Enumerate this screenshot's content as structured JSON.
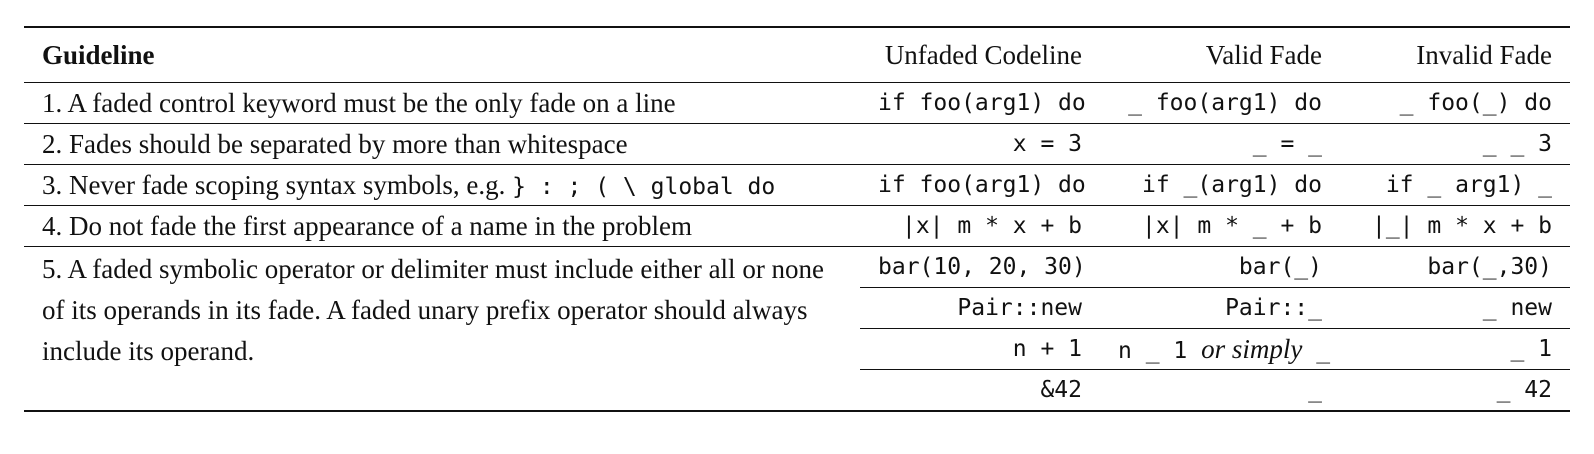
{
  "headers": {
    "guideline": "Guideline",
    "unfaded": "Unfaded Codeline",
    "valid": "Valid Fade",
    "invalid": "Invalid Fade"
  },
  "rows": [
    {
      "guideline": "1. A faded control keyword must be the only fade on a line",
      "unfaded": "if foo(arg1) do",
      "valid": "_ foo(arg1) do",
      "invalid": "_ foo(_) do"
    },
    {
      "guideline": "2. Fades should be separated by more than whitespace",
      "unfaded": "x = 3",
      "valid": "_ = _",
      "invalid": "_ _ 3"
    },
    {
      "guideline_prefix": "3. Never fade scoping syntax symbols, e.g.",
      "guideline_code": "} : ; ( \\ global do",
      "unfaded": "if foo(arg1) do",
      "valid": "if _(arg1) do",
      "invalid": "if _ arg1) _"
    },
    {
      "guideline": "4. Do not fade the first appearance of a name in the problem",
      "unfaded": "|x| m * x + b",
      "valid": "|x| m * _ + b",
      "invalid": "|_| m * x + b"
    },
    {
      "guideline": "5. A faded symbolic operator or delimiter must include either all or none of its operands in its fade. A faded unary prefix operator should always include its operand.",
      "examples": [
        {
          "unfaded": "bar(10, 20, 30)",
          "valid": "bar(_)",
          "invalid": "bar(_,30)"
        },
        {
          "unfaded": "Pair::new",
          "valid": "Pair::_",
          "invalid": "_ new"
        },
        {
          "unfaded": "n + 1",
          "valid_code": "n _ 1",
          "valid_text": "or simply",
          "valid_code2": "_",
          "invalid": "_ 1"
        },
        {
          "unfaded": "&42",
          "valid": "_",
          "invalid": "_ 42"
        }
      ]
    }
  ]
}
